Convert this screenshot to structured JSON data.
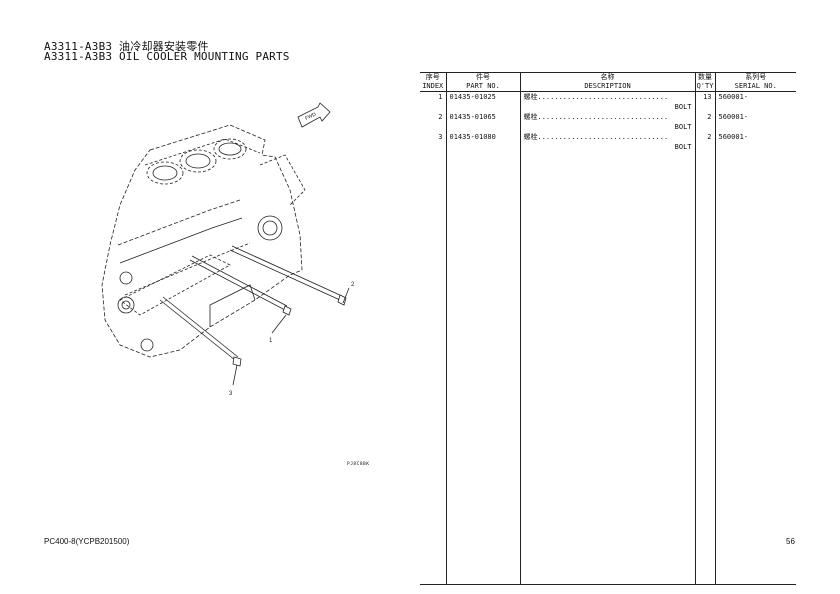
{
  "header": {
    "title_cn": "A3311-A3B3 油冷却器安装零件",
    "title_en": "A3311-A3B3 OIL COOLER MOUNTING PARTS"
  },
  "illustration": {
    "callouts": [
      "1",
      "2",
      "3"
    ],
    "fwd_label": "FWD",
    "drawing_code": "PJ8C8BK"
  },
  "table": {
    "columns": [
      {
        "cn": "序号",
        "en": "INDEX"
      },
      {
        "cn": "件号",
        "en": "PART NO."
      },
      {
        "cn": "名称",
        "en": "DESCRIPTION"
      },
      {
        "cn": "数量",
        "en": "Q'TY"
      },
      {
        "cn": "系列号",
        "en": "SERIAL NO."
      }
    ],
    "rows": [
      {
        "index": "1",
        "part_no": "01435-01025",
        "desc_cn": "螺栓",
        "desc_dots": "...............................",
        "desc_en": "BOLT",
        "qty": "13",
        "serial": "560001-"
      },
      {
        "index": "2",
        "part_no": "01435-01065",
        "desc_cn": "螺栓",
        "desc_dots": "...............................",
        "desc_en": "BOLT",
        "qty": "2",
        "serial": "560001-"
      },
      {
        "index": "3",
        "part_no": "01435-01080",
        "desc_cn": "螺栓",
        "desc_dots": "...............................",
        "desc_en": "BOLT",
        "qty": "2",
        "serial": "560001-"
      }
    ]
  },
  "footer": {
    "model": "PC400-8(YCPB201500)",
    "page": "56"
  }
}
